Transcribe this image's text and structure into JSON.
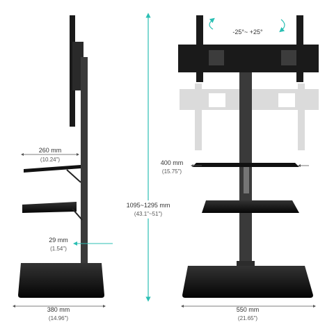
{
  "colors": {
    "accent": "#2bbfb3",
    "stand": "#3a3a3a",
    "stand_dark": "#1a1a1a",
    "glass": "#111111",
    "ghost": "#c9c9c9",
    "dim_line": "#555555"
  },
  "rotation": {
    "label": "-25°~ +25°"
  },
  "height": {
    "mm": "1095~1295 mm",
    "inch": "(43.1\"~51\")"
  },
  "shelf_depth": {
    "mm": "260 mm",
    "inch": "(10.24\")"
  },
  "shelf_gap": {
    "mm": "29 mm",
    "inch": "(1.54\")"
  },
  "base_depth": {
    "mm": "380 mm",
    "inch": "(14.96\")"
  },
  "shelf_width": {
    "mm": "400 mm",
    "inch": "(15.75\")"
  },
  "base_width": {
    "mm": "550 mm",
    "inch": "(21.65\")"
  },
  "icons": [
    "rotate-left-arrow-icon",
    "rotate-right-arrow-icon"
  ]
}
